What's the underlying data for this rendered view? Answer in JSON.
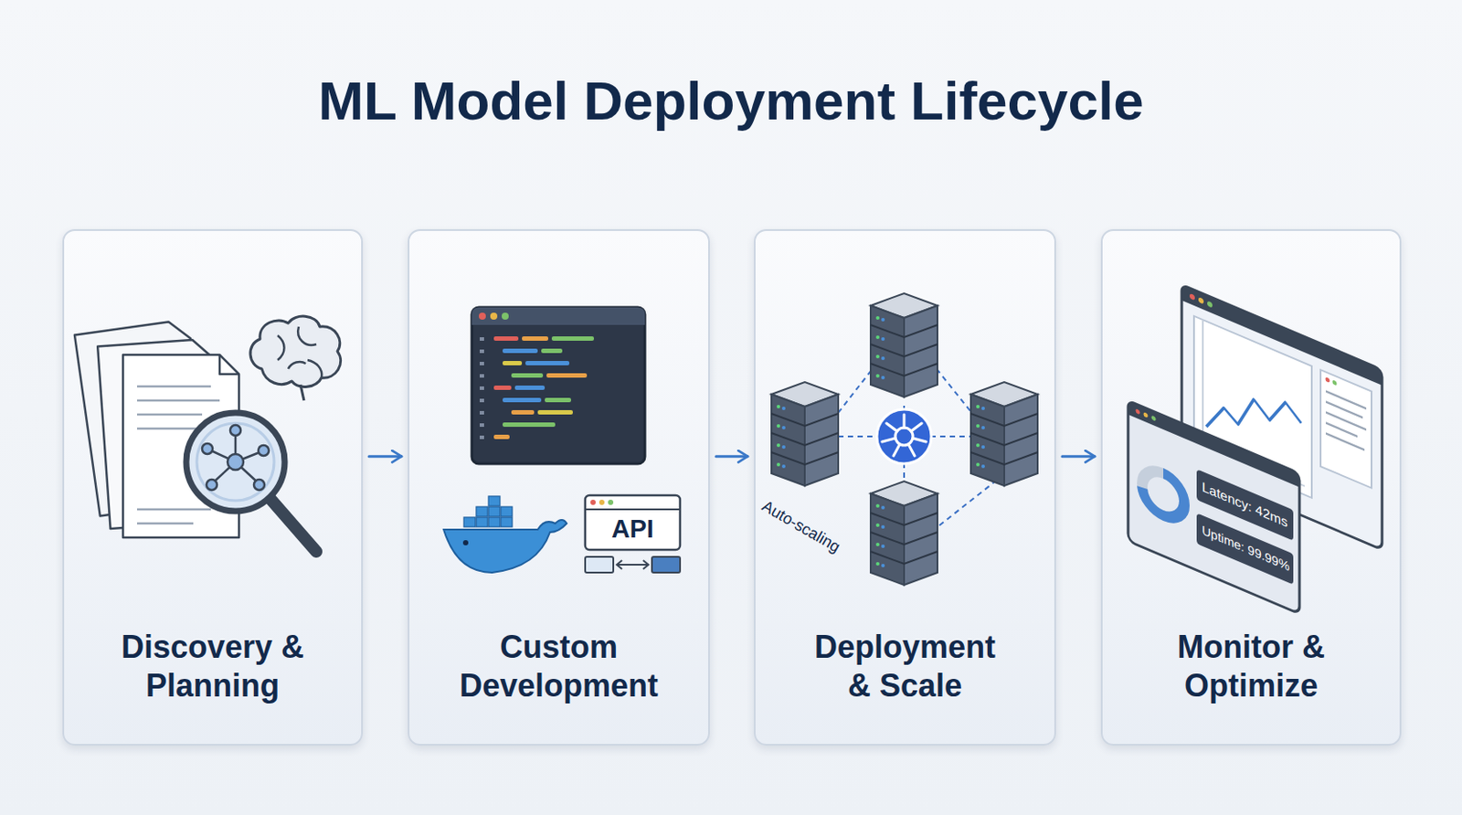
{
  "diagram": {
    "title": "ML Model Deployment Lifecycle",
    "nodes": [
      {
        "text": [
          "Discovery & Planning"
        ]
      },
      {
        "text": [
          "Custom Development"
        ]
      },
      {
        "text": [
          "Deployment & Scale"
        ]
      },
      {
        "text": [
          "Monitor & Optimize"
        ]
      }
    ],
    "edges": [
      {
        "from": 0,
        "to": 1,
        "arrow": "to"
      },
      {
        "from": 1,
        "to": 2,
        "arrow": "to"
      },
      {
        "from": 2,
        "to": 3,
        "arrow": "to"
      }
    ],
    "labels": [
      "API",
      "Auto-scaling",
      "Latency: 42ms",
      "Uptime: 99.99%"
    ]
  }
}
